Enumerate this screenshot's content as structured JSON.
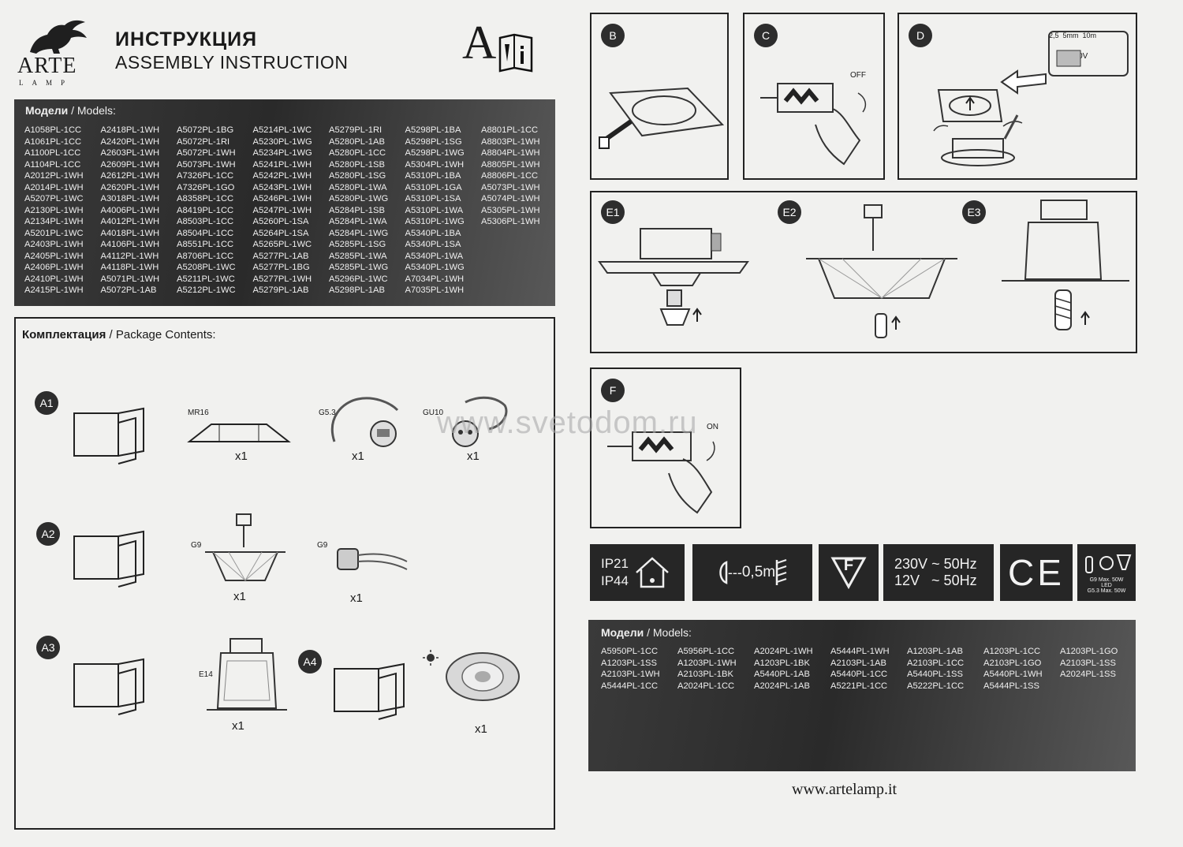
{
  "header": {
    "brand": "ARTE",
    "brand_sub": "LAMP",
    "title_ru": "ИНСТРУКЦИЯ",
    "title_en": "ASSEMBLY INSTRUCTION",
    "doc_icon_letter": "A",
    "doc_icon": "info-booklet-icon"
  },
  "models_top": {
    "label_ru": "Модели",
    "label_en": "/ Models:",
    "columns": [
      [
        "A1058PL-1CC",
        "A1061PL-1CC",
        "A1100PL-1CC",
        "A1104PL-1CC",
        "A2012PL-1WH",
        "A2014PL-1WH",
        "A5207PL-1WC",
        "A2130PL-1WH",
        "A2134PL-1WH",
        "A5201PL-1WC",
        "A2403PL-1WH",
        "A2405PL-1WH",
        "A2406PL-1WH",
        "A2410PL-1WH",
        "A2415PL-1WH"
      ],
      [
        "A2418PL-1WH",
        "A2420PL-1WH",
        "A2603PL-1WH",
        "A2609PL-1WH",
        "A2612PL-1WH",
        "A2620PL-1WH",
        "A3018PL-1WH",
        "A4006PL-1WH",
        "A4012PL-1WH",
        "A4018PL-1WH",
        "A4106PL-1WH",
        "A4112PL-1WH",
        "A4118PL-1WH",
        "A5071PL-1WH",
        "A5072PL-1AB"
      ],
      [
        "A5072PL-1BG",
        "A5072PL-1RI",
        "A5072PL-1WH",
        "A5073PL-1WH",
        "A7326PL-1CC",
        "A7326PL-1GO",
        "A8358PL-1CC",
        "A8419PL-1CC",
        "A8503PL-1CC",
        "A8504PL-1CC",
        "A8551PL-1CC",
        "A8706PL-1CC",
        "A5208PL-1WC",
        "A5211PL-1WC",
        "A5212PL-1WC"
      ],
      [
        "A5214PL-1WC",
        "A5230PL-1WG",
        "A5234PL-1WG",
        "A5241PL-1WH",
        "A5242PL-1WH",
        "A5243PL-1WH",
        "A5246PL-1WH",
        "A5247PL-1WH",
        "A5260PL-1SA",
        "A5264PL-1SA",
        "A5265PL-1WC",
        "A5277PL-1AB",
        "A5277PL-1BG",
        "A5277PL-1WH",
        "A5279PL-1AB"
      ],
      [
        "A5279PL-1RI",
        "A5280PL-1AB",
        "A5280PL-1CC",
        "A5280PL-1SB",
        "A5280PL-1SG",
        "A5280PL-1WA",
        "A5280PL-1WG",
        "A5284PL-1SB",
        "A5284PL-1WA",
        "A5284PL-1WG",
        "A5285PL-1SG",
        "A5285PL-1WA",
        "A5285PL-1WG",
        "A5296PL-1WC",
        "A5298PL-1AB"
      ],
      [
        "A5298PL-1BA",
        "A5298PL-1SG",
        "A5298PL-1WG",
        "A5304PL-1WH",
        "A5310PL-1BA",
        "A5310PL-1GA",
        "A5310PL-1SA",
        "A5310PL-1WA",
        "A5310PL-1WG",
        "A5340PL-1BA",
        "A5340PL-1SA",
        "A5340PL-1WA",
        "A5340PL-1WG",
        "A7034PL-1WH",
        "A7035PL-1WH"
      ],
      [
        "A8801PL-1CC",
        "A8803PL-1WH",
        "A8804PL-1WH",
        "A8805PL-1WH",
        "A8806PL-1CC",
        "A5073PL-1WH",
        "A5074PL-1WH",
        "A5305PL-1WH",
        "A5306PL-1WH"
      ]
    ]
  },
  "package": {
    "title_ru": "Комплектация",
    "title_en": "/ Package Contents:",
    "rows": [
      {
        "step": "A1",
        "items": [
          {
            "label": "MR16",
            "qty": "x1"
          },
          {
            "label": "G5.3",
            "qty": "x1"
          },
          {
            "label": "GU10",
            "qty": "x1"
          }
        ]
      },
      {
        "step": "A2",
        "items": [
          {
            "label": "G9",
            "qty": "x1"
          },
          {
            "label": "G9",
            "qty": "x1"
          }
        ]
      },
      {
        "step": "A3",
        "items": [
          {
            "label": "E14",
            "qty": "x1"
          }
        ]
      },
      {
        "step": "A4",
        "items": [
          {
            "label": "",
            "qty": "x1"
          }
        ]
      }
    ]
  },
  "steps": {
    "B": "B",
    "C": "C",
    "D": "D",
    "E1": "E1",
    "E2": "E2",
    "E3": "E3",
    "F": "F",
    "off_label": "OFF",
    "on_label": "ON",
    "d_labels": {
      "a": "2,5",
      "b": "5mm",
      "c": "10m",
      "voltage": "230V"
    }
  },
  "watermark": "www.svetodom.ru",
  "specs": {
    "ip1": "IP21",
    "ip2": "IP44",
    "distance": "0,5m",
    "f_mark": "F",
    "v1": "230V",
    "f1": "~ 50Hz",
    "v2": "12V",
    "f2": "~ 50Hz",
    "ce": "CE",
    "g9": "G9 Max. 50W",
    "led": "LED",
    "g53": "G5.3 Max. 50W"
  },
  "models_bottom": {
    "label_ru": "Модели",
    "label_en": "/ Models:",
    "columns": [
      [
        "A5950PL-1CC",
        "A1203PL-1SS",
        "A2103PL-1WH",
        "A5444PL-1CC"
      ],
      [
        "A5956PL-1CC",
        "A1203PL-1WH",
        "A2103PL-1BK",
        "A2024PL-1CC"
      ],
      [
        "A2024PL-1WH",
        "A1203PL-1BK",
        "A5440PL-1AB",
        "A2024PL-1AB"
      ],
      [
        "A5444PL-1WH",
        "A2103PL-1AB",
        "A5440PL-1CC",
        "A5221PL-1CC"
      ],
      [
        "A1203PL-1AB",
        "A2103PL-1CC",
        "A5440PL-1SS",
        "A5222PL-1CC"
      ],
      [
        "A1203PL-1CC",
        "A2103PL-1GO",
        "A5440PL-1WH",
        "A5444PL-1SS"
      ],
      [
        "A1203PL-1GO",
        "A2103PL-1SS",
        "A2024PL-1SS"
      ]
    ]
  },
  "footer": {
    "url": "www.artelamp.it"
  }
}
